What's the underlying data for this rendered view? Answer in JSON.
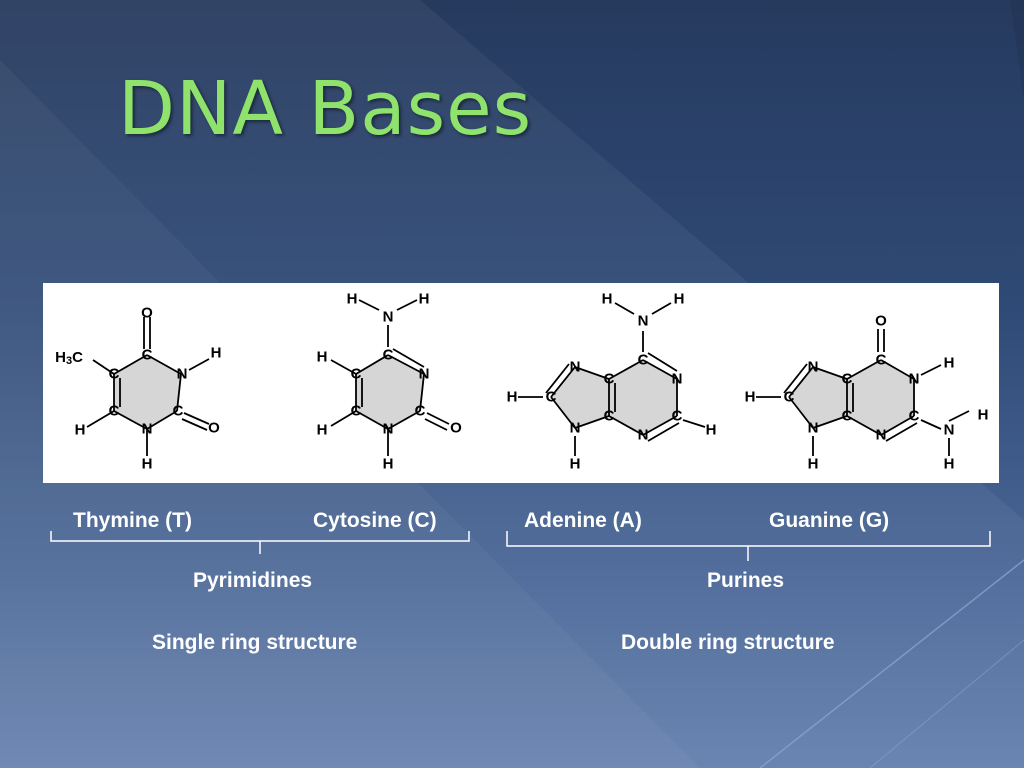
{
  "slide": {
    "title": "DNA Bases"
  },
  "molecules": [
    {
      "name": "Thymine (T)",
      "atoms": [
        "O",
        "C",
        "H",
        "N",
        "C",
        "O",
        "N",
        "H",
        "C",
        "H",
        "C",
        "H3C"
      ]
    },
    {
      "name": "Cytosine (C)",
      "atoms": [
        "H",
        "N",
        "H",
        "C",
        "N",
        "C",
        "O",
        "N",
        "H",
        "C",
        "H",
        "C",
        "H"
      ]
    },
    {
      "name": "Adenine (A)",
      "atoms": [
        "H",
        "N",
        "H",
        "C",
        "N",
        "C",
        "H",
        "N",
        "C",
        "C",
        "N",
        "H",
        "C",
        "H",
        "N"
      ]
    },
    {
      "name": "Guanine (G)",
      "atoms": [
        "O",
        "C",
        "N",
        "H",
        "C",
        "N",
        "H",
        "H",
        "N",
        "C",
        "C",
        "N",
        "H",
        "C",
        "H",
        "N"
      ]
    }
  ],
  "groups": [
    {
      "label": "Pyrimidines",
      "description": "Single ring structure"
    },
    {
      "label": "Purines",
      "description": "Double ring structure"
    }
  ],
  "colors": {
    "title": "#8fe26c",
    "ring_fill": "#d6d6d6",
    "text": "#ffffff",
    "background_top": "#263a5e",
    "background_bottom": "#647fae"
  }
}
